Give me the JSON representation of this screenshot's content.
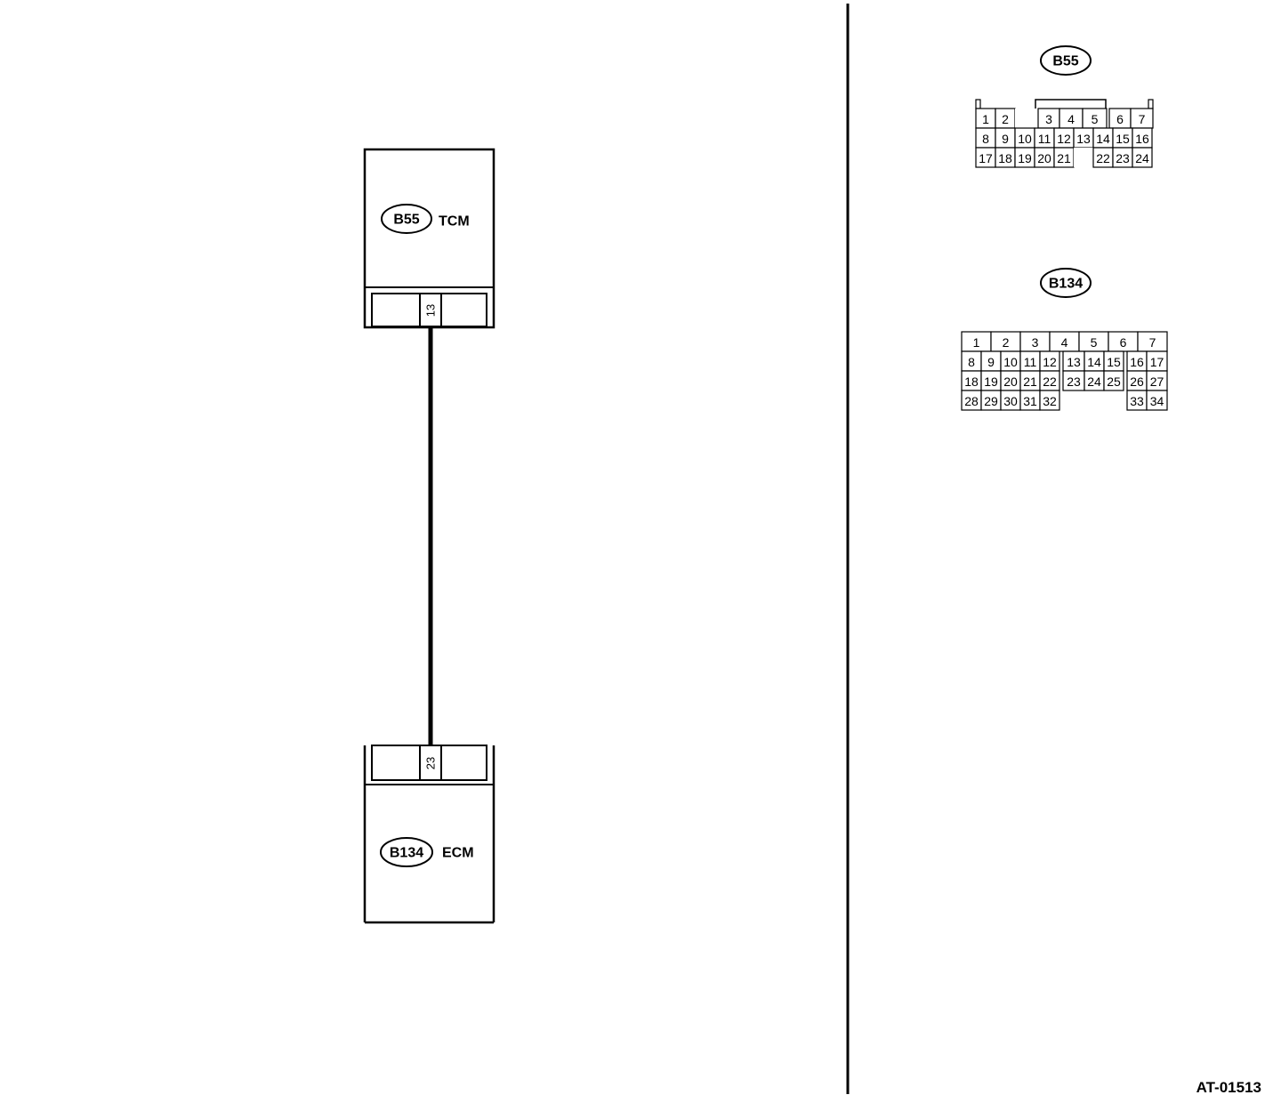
{
  "figure_id": "AT-01513",
  "tcm": {
    "connector": "B55",
    "name": "TCM",
    "pin": "13"
  },
  "ecm": {
    "connector": "B134",
    "name": "ECM",
    "pin": "23"
  },
  "face_b55": {
    "label": "B55",
    "rows": [
      [
        "1",
        "2",
        "",
        "3",
        "4",
        "5",
        "6",
        "7"
      ],
      [
        "8",
        "9",
        "10",
        "11",
        "12",
        "13",
        "14",
        "15",
        "16"
      ],
      [
        "17",
        "18",
        "19",
        "20",
        "21",
        "",
        "22",
        "23",
        "24"
      ]
    ]
  },
  "face_b134": {
    "label": "B134",
    "rows": [
      [
        "1",
        "2",
        "3",
        "4",
        "5",
        "6",
        "7"
      ],
      [
        "8",
        "9",
        "10",
        "11",
        "12",
        "13",
        "14",
        "15",
        "16",
        "17"
      ],
      [
        "18",
        "19",
        "20",
        "21",
        "22",
        "23",
        "24",
        "25",
        "26",
        "27"
      ],
      [
        "28",
        "29",
        "30",
        "31",
        "32",
        "33",
        "34"
      ]
    ]
  },
  "colors": {
    "line": "#000000",
    "background": "#ffffff"
  }
}
